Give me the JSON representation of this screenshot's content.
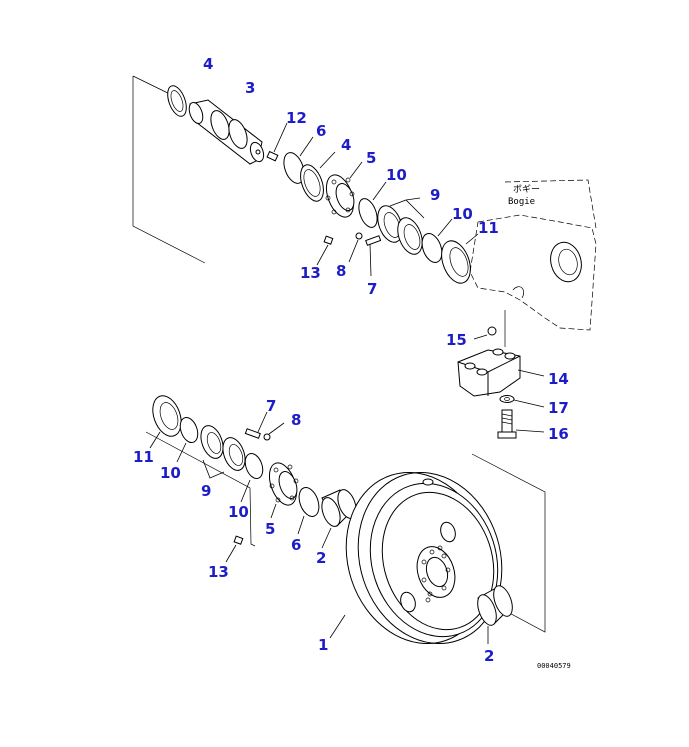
{
  "callouts": [
    {
      "id": "c4a",
      "label": "4"
    },
    {
      "id": "c3",
      "label": "3"
    },
    {
      "id": "c12",
      "label": "12"
    },
    {
      "id": "c6a",
      "label": "6"
    },
    {
      "id": "c4b",
      "label": "4"
    },
    {
      "id": "c5a",
      "label": "5"
    },
    {
      "id": "c10a",
      "label": "10"
    },
    {
      "id": "c9a",
      "label": "9"
    },
    {
      "id": "c10b",
      "label": "10"
    },
    {
      "id": "c11a",
      "label": "11"
    },
    {
      "id": "c13a",
      "label": "13"
    },
    {
      "id": "c8a",
      "label": "8"
    },
    {
      "id": "c7a",
      "label": "7"
    },
    {
      "id": "c15",
      "label": "15"
    },
    {
      "id": "c14",
      "label": "14"
    },
    {
      "id": "c17",
      "label": "17"
    },
    {
      "id": "c16",
      "label": "16"
    },
    {
      "id": "c7b",
      "label": "7"
    },
    {
      "id": "c8b",
      "label": "8"
    },
    {
      "id": "c11b",
      "label": "11"
    },
    {
      "id": "c10c",
      "label": "10"
    },
    {
      "id": "c9b",
      "label": "9"
    },
    {
      "id": "c10d",
      "label": "10"
    },
    {
      "id": "c5b",
      "label": "5"
    },
    {
      "id": "c6b",
      "label": "6"
    },
    {
      "id": "c2a",
      "label": "2"
    },
    {
      "id": "c13b",
      "label": "13"
    },
    {
      "id": "c1",
      "label": "1"
    },
    {
      "id": "c2b",
      "label": "2"
    }
  ],
  "bogie_note": {
    "jp": "ボギー",
    "en": "Bogie"
  },
  "doc_id": "00040579"
}
